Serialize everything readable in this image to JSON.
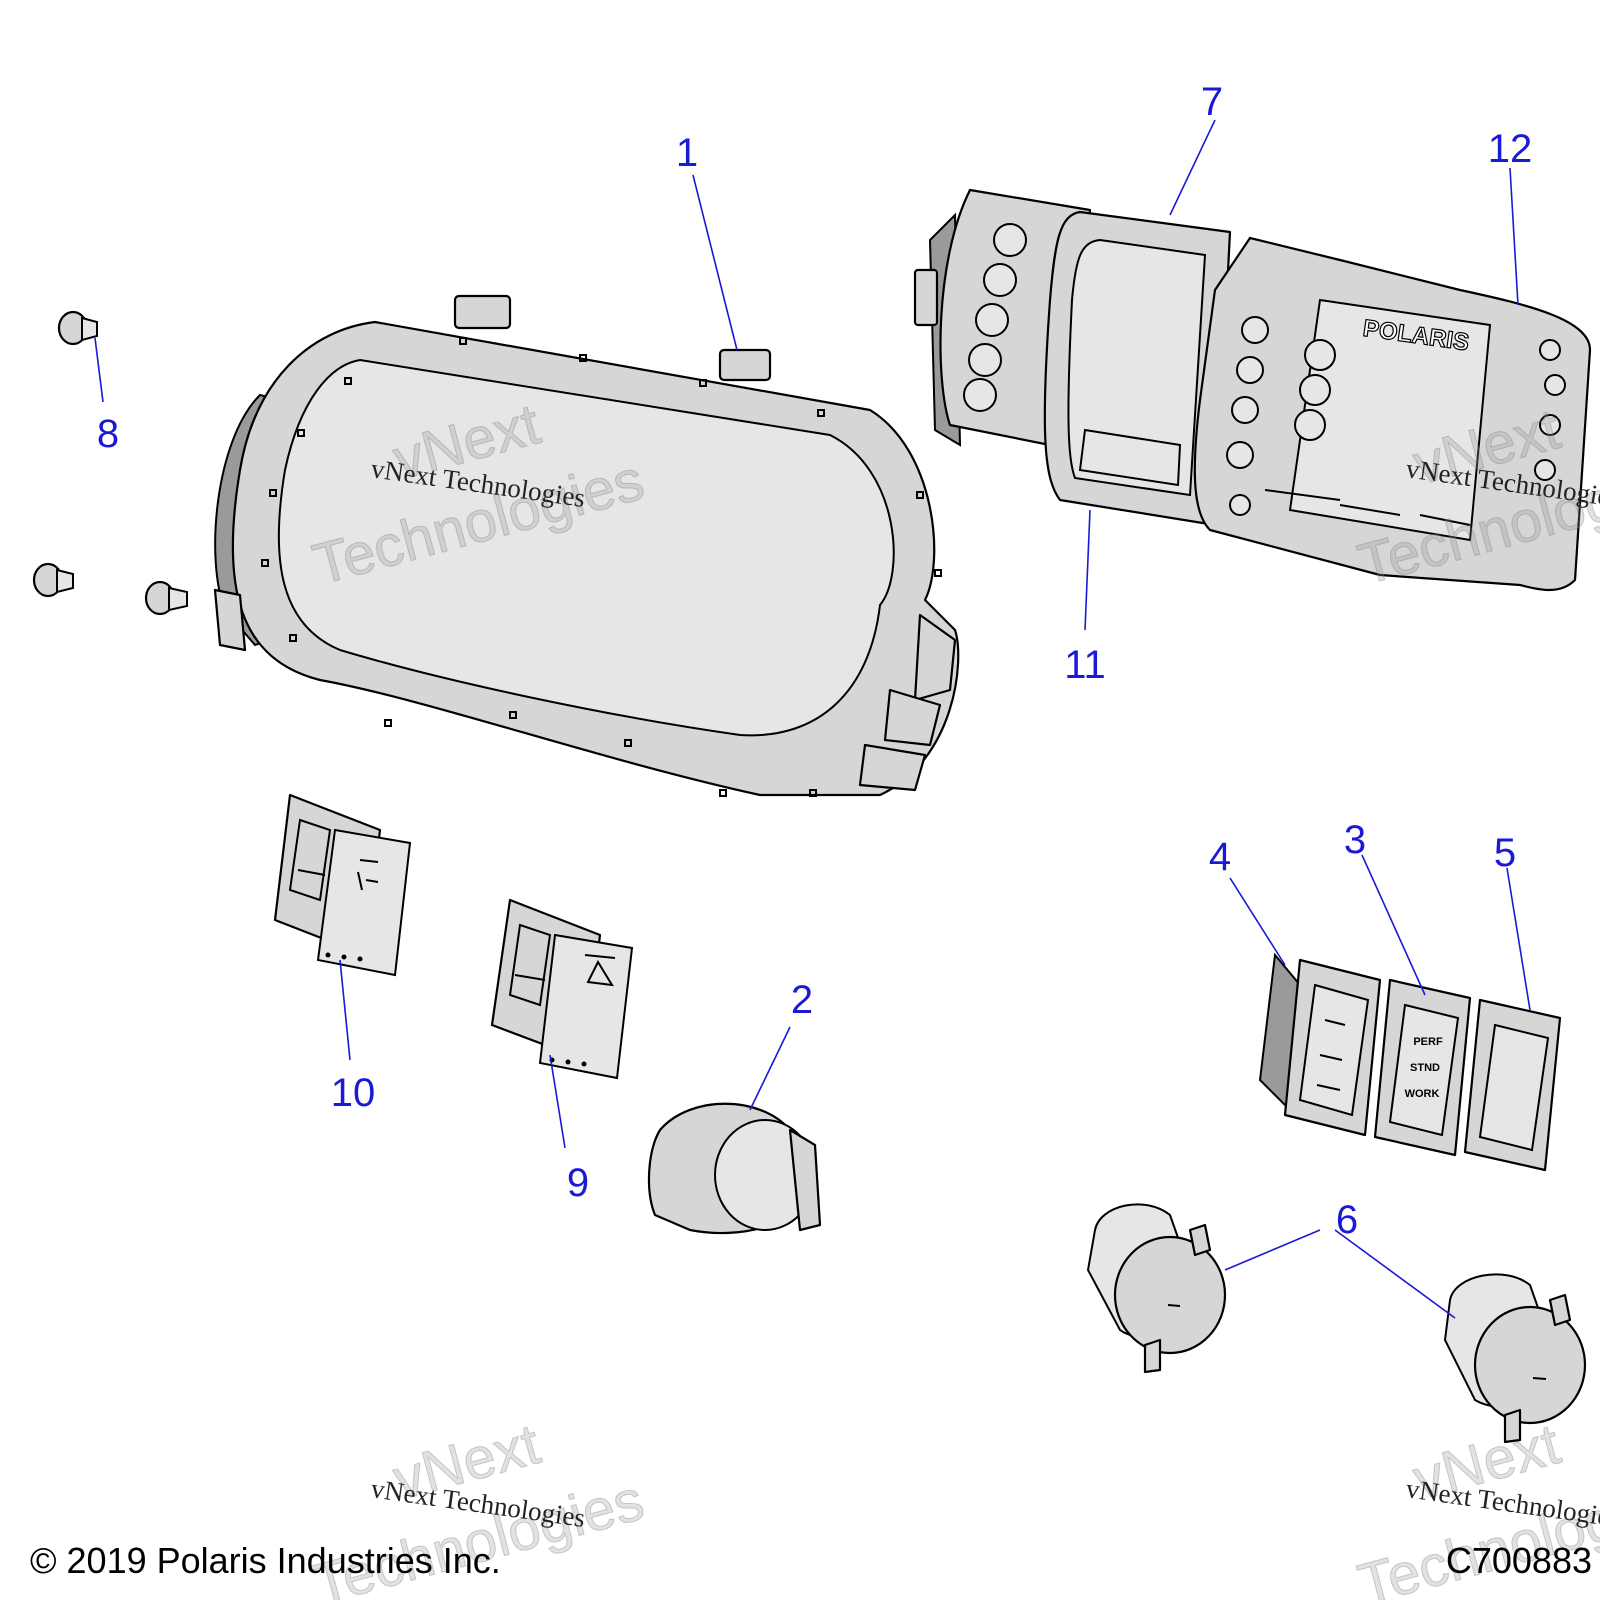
{
  "callouts": [
    {
      "id": "1",
      "label": "1"
    },
    {
      "id": "2",
      "label": "2"
    },
    {
      "id": "3",
      "label": "3"
    },
    {
      "id": "4",
      "label": "4"
    },
    {
      "id": "5",
      "label": "5"
    },
    {
      "id": "6",
      "label": "6"
    },
    {
      "id": "7",
      "label": "7"
    },
    {
      "id": "8",
      "label": "8"
    },
    {
      "id": "9",
      "label": "9"
    },
    {
      "id": "10",
      "label": "10"
    },
    {
      "id": "11",
      "label": "11"
    },
    {
      "id": "12",
      "label": "12"
    }
  ],
  "watermark": {
    "brand_big_1": "vNext",
    "brand_big_2": "Technologies",
    "brand_small": "vNext Technologies"
  },
  "switch_labels": {
    "perf": "PERF",
    "stnd": "STND",
    "work": "WORK"
  },
  "bezel_logo": "POLARIS",
  "copyright": "© 2019 Polaris Industries Inc.",
  "figure_code": "C700883",
  "colors": {
    "callout": "#1a1ad6",
    "part_fill": "#d6d6d6",
    "outline": "#000000"
  }
}
